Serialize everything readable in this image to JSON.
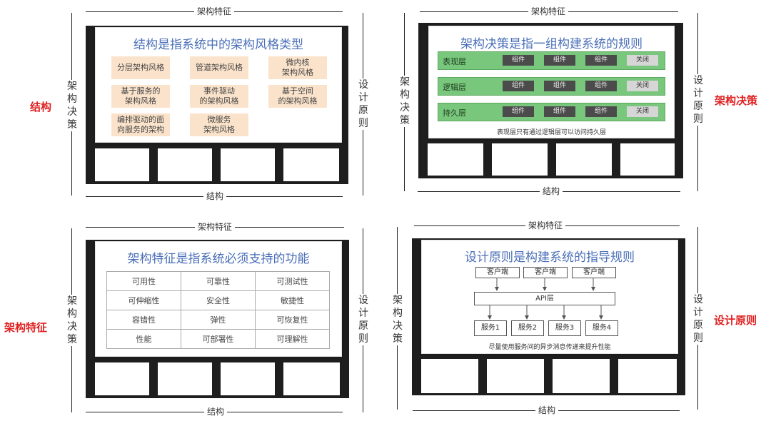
{
  "labels": {
    "top_axis": "架构特征",
    "bottom_axis": "结构",
    "left_axis": [
      "架",
      "构",
      "决",
      "策"
    ],
    "right_axis": [
      "设",
      "计",
      "原",
      "则"
    ]
  },
  "colors": {
    "accent_red": "#e02020",
    "title_blue": "#4a6fb8",
    "peach": "#fbe3cb",
    "layer_green": "#78c77c",
    "frame": "#1e1e1e"
  },
  "panels": {
    "structure": {
      "side_label": "结构",
      "title": "结构是指系统中的架构风格类型",
      "styles": [
        "分层架构风格",
        "管道架构风格",
        "微内核\n架构风格",
        "基于服务的\n架构风格",
        "事件驱动\n的架构风格",
        "基于空间\n的架构风格",
        "编排驱动的面\n向服务的架构",
        "微服务\n架构风格"
      ]
    },
    "decisions": {
      "side_label": "架构决策",
      "title": "架构决策是指一组构建系统的规则",
      "layers": [
        {
          "name": "表现层",
          "components": [
            "组件",
            "组件",
            "组件"
          ],
          "toggle": "关闭"
        },
        {
          "name": "逻辑层",
          "components": [
            "组件",
            "组件",
            "组件"
          ],
          "toggle": "关闭"
        },
        {
          "name": "持久层",
          "components": [
            "组件",
            "组件",
            "组件"
          ],
          "toggle": "关闭"
        }
      ],
      "note": "表现层只有通过逻辑层可以访问持久层"
    },
    "characteristics": {
      "side_label": "架构特征",
      "title": "架构特征是指系统必须支持的功能",
      "grid": [
        [
          "可用性",
          "可靠性",
          "可测试性"
        ],
        [
          "可伸缩性",
          "安全性",
          "敏捷性"
        ],
        [
          "容错性",
          "弹性",
          "可恢复性"
        ],
        [
          "性能",
          "可部署性",
          "可理解性"
        ]
      ]
    },
    "principles": {
      "side_label": "设计原则",
      "title": "设计原则是构建系统的指导规则",
      "clients": [
        "客户端",
        "客户端",
        "客户端"
      ],
      "api": "API层",
      "services": [
        "服务1",
        "服务2",
        "服务3",
        "服务4"
      ],
      "note": "尽量使用服务间的异步消息传递来提升性能"
    }
  }
}
